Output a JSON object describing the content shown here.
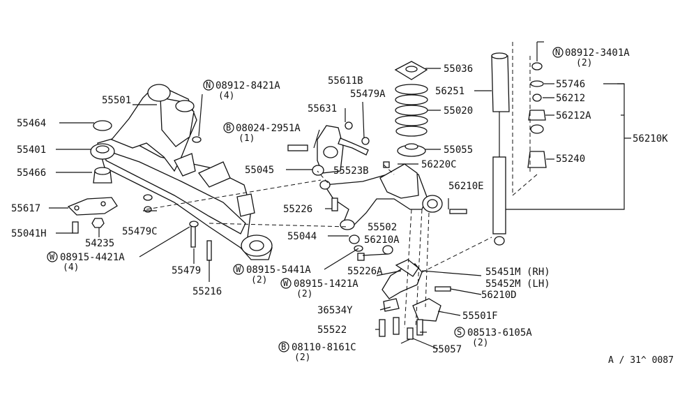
{
  "callouts": {
    "p55501": "55501",
    "p55464": "55464",
    "p55401": "55401",
    "p55466": "55466",
    "p55617": "55617",
    "p55041H": "55041H",
    "p54235": "54235",
    "pW4421": "08915-4421A",
    "pW4421_qty": "(4)",
    "p55479C": "55479C",
    "p55479": "55479",
    "p55216": "55216",
    "pN8421": "08912-8421A",
    "pN8421_qty": "(4)",
    "pB2951": "08024-2951A",
    "pB2951_qty": "(1)",
    "p55631": "55631",
    "p55611B": "55611B",
    "p55479A": "55479A",
    "p55045": "55045",
    "p55523B": "55523B",
    "p55226": "55226",
    "p55502": "55502",
    "p55044": "55044",
    "p56210A": "56210A",
    "pW5441": "08915-5441A",
    "pW5441_qty": "(2)",
    "p55226A": "55226A",
    "pW1421": "08915-1421A",
    "pW1421_qty": "(2)",
    "p36534Y": "36534Y",
    "p55522": "55522",
    "pB8161": "08110-8161C",
    "pB8161_qty": "(2)",
    "p55057": "55057",
    "pS6105": "08513-6105A",
    "pS6105_qty": "(2)",
    "p55501F": "55501F",
    "p56210D": "56210D",
    "p55451M": "55451M (RH)",
    "p55452M": "55452M (LH)",
    "p56220C": "56220C",
    "p56210E": "56210E",
    "p55036": "55036",
    "p55020": "55020",
    "p55055": "55055",
    "p56251": "56251",
    "pN3401": "08912-3401A",
    "pN3401_qty": "(2)",
    "p55746": "55746",
    "p56212": "56212",
    "p56212A": "56212A",
    "p55240": "55240",
    "p56210K": "56210K"
  },
  "prefixes": {
    "N": "N",
    "W": "W",
    "B": "B",
    "S": "S"
  },
  "reference_code": "A / 31^ 0087"
}
